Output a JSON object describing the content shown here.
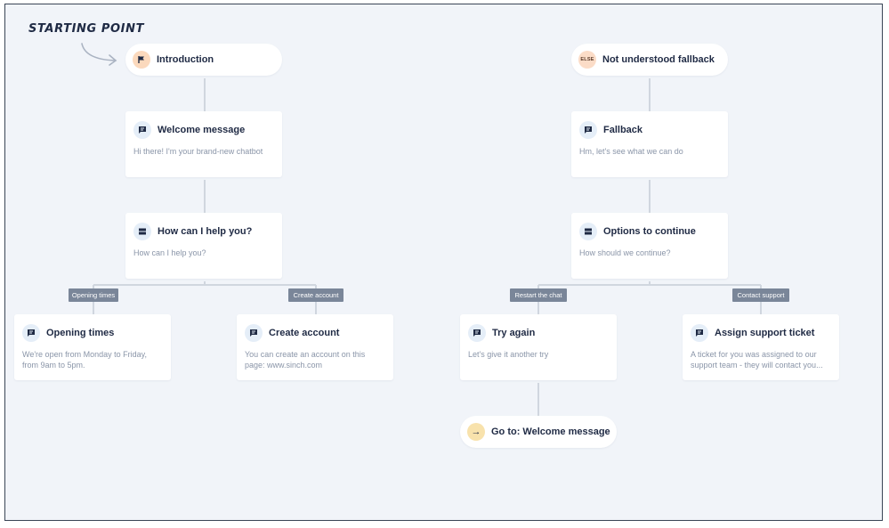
{
  "canvas": {
    "starting_point_label": "STARTING POINT"
  },
  "nodes": {
    "introduction": {
      "title": "Introduction",
      "icon": "flag-icon"
    },
    "welcome_message": {
      "title": "Welcome message",
      "text": "Hi there! I'm your brand-new chatbot",
      "icon": "message-icon"
    },
    "how_can_i_help": {
      "title": "How can I help you?",
      "text": "How can I help you?",
      "icon": "options-icon"
    },
    "opening_times": {
      "title": "Opening times",
      "text": "We're open from Monday to Friday,\nfrom 9am to 5pm.",
      "icon": "message-icon"
    },
    "create_account": {
      "title": "Create account",
      "text": "You can create an account on this\npage: www.sinch.com",
      "icon": "message-icon"
    },
    "not_understood": {
      "title": "Not understood fallback",
      "icon": "else-icon",
      "icon_text": "ELSE"
    },
    "fallback": {
      "title": "Fallback",
      "text": "Hm, let's see what we can do",
      "icon": "message-icon"
    },
    "options_to_continue": {
      "title": "Options to continue",
      "text": "How should we continue?",
      "icon": "options-icon"
    },
    "try_again": {
      "title": "Try again",
      "text": "Let's give it another try",
      "icon": "message-icon"
    },
    "assign_ticket": {
      "title": "Assign support ticket",
      "text": "A ticket for you was assigned to our\nsupport team - they will contact you...",
      "icon": "message-icon"
    },
    "goto_welcome": {
      "title": "Go to: Welcome message",
      "icon": "arrow-right-icon",
      "icon_text": "→"
    }
  },
  "branches": {
    "opening_times": "Opening times",
    "create_account": "Create account",
    "restart_chat": "Restart the chat",
    "contact_support": "Contact support"
  },
  "colors": {
    "canvas_bg": "#f1f4f9",
    "node_bg": "#ffffff",
    "connector": "#d0d6df",
    "branch_tag": "#7a8699",
    "text_primary": "#1f2a44",
    "text_secondary": "#8a95a8"
  }
}
